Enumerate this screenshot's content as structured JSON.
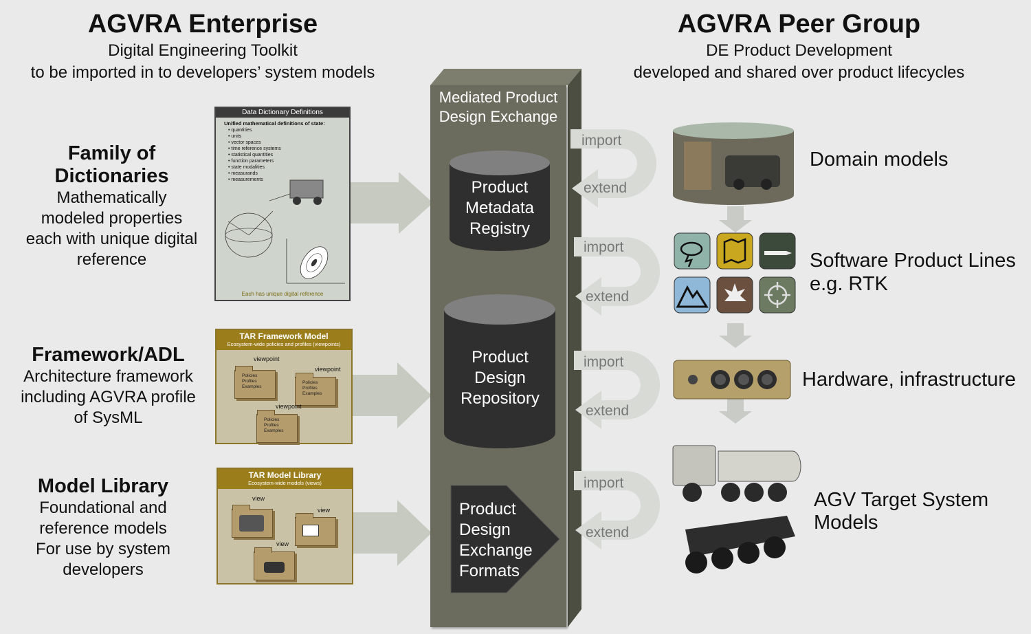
{
  "left_header": {
    "title": "AGVRA Enterprise",
    "subtitle_line1": "Digital Engineering Toolkit",
    "subtitle_line2": "to be imported in to developers’ system models"
  },
  "right_header": {
    "title": "AGVRA Peer Group",
    "subtitle_line1": "DE Product Development",
    "subtitle_line2": "developed and shared over product lifecycles"
  },
  "left_items": [
    {
      "title1": "Family of",
      "title2": "Dictionaries",
      "lines": [
        "Mathematically",
        "modeled properties",
        "each with unique digital",
        "reference"
      ]
    },
    {
      "title1": "Framework/ADL",
      "lines": [
        "Architecture framework",
        "including AGVRA profile",
        "of SysML"
      ]
    },
    {
      "title1": "Model Library",
      "lines": [
        "Foundational and",
        "reference models",
        "For use by system",
        "developers"
      ]
    }
  ],
  "dictionary_card": {
    "header": "Data Dictionary Definitions",
    "intro": "Unified mathematical definitions of state:",
    "bullets": [
      "quantities",
      "units",
      "vector spaces",
      "time reference systems",
      "statistical quantities",
      "function parameters",
      "state modalities",
      "measurands",
      "measurements"
    ],
    "footer": "Each has unique digital reference"
  },
  "framework_card": {
    "header": "TAR Framework Model",
    "subheader": "Ecosystem-wide policies and profiles (viewpoints)",
    "folder_label": "viewpoint",
    "folder_lines": [
      "Policies",
      "Profiles",
      "Examples"
    ]
  },
  "library_card": {
    "header": "TAR Model Library",
    "subheader": "Ecosystem-wide models (views)",
    "folder_label": "view"
  },
  "column": {
    "title_line1": "Mediated Product",
    "title_line2": "Design Exchange",
    "registry": [
      "Product",
      "Metadata",
      "Registry"
    ],
    "repository": [
      "Product",
      "Design",
      "Repository"
    ],
    "formats": [
      "Product",
      "Design",
      "Exchange",
      "Formats"
    ]
  },
  "import_label": "import",
  "extend_label": "extend",
  "right_items": {
    "domain": "Domain models",
    "spl_line1": "Software Product Lines",
    "spl_line2": "e.g. RTK",
    "hardware": "Hardware, infrastructure",
    "agv_line1": "AGV Target System",
    "agv_line2": "Models"
  },
  "icon_tiles": [
    {
      "icon": "weather-icon",
      "color": "#8fb3a8"
    },
    {
      "icon": "map-icon",
      "color": "#c9a81f"
    },
    {
      "icon": "missile-icon",
      "color": "#3c4a3c"
    },
    {
      "icon": "mountain-icon",
      "color": "#8fb8d8"
    },
    {
      "icon": "explosion-icon",
      "color": "#6b5040"
    },
    {
      "icon": "crosshair-icon",
      "color": "#6b7a60"
    }
  ]
}
